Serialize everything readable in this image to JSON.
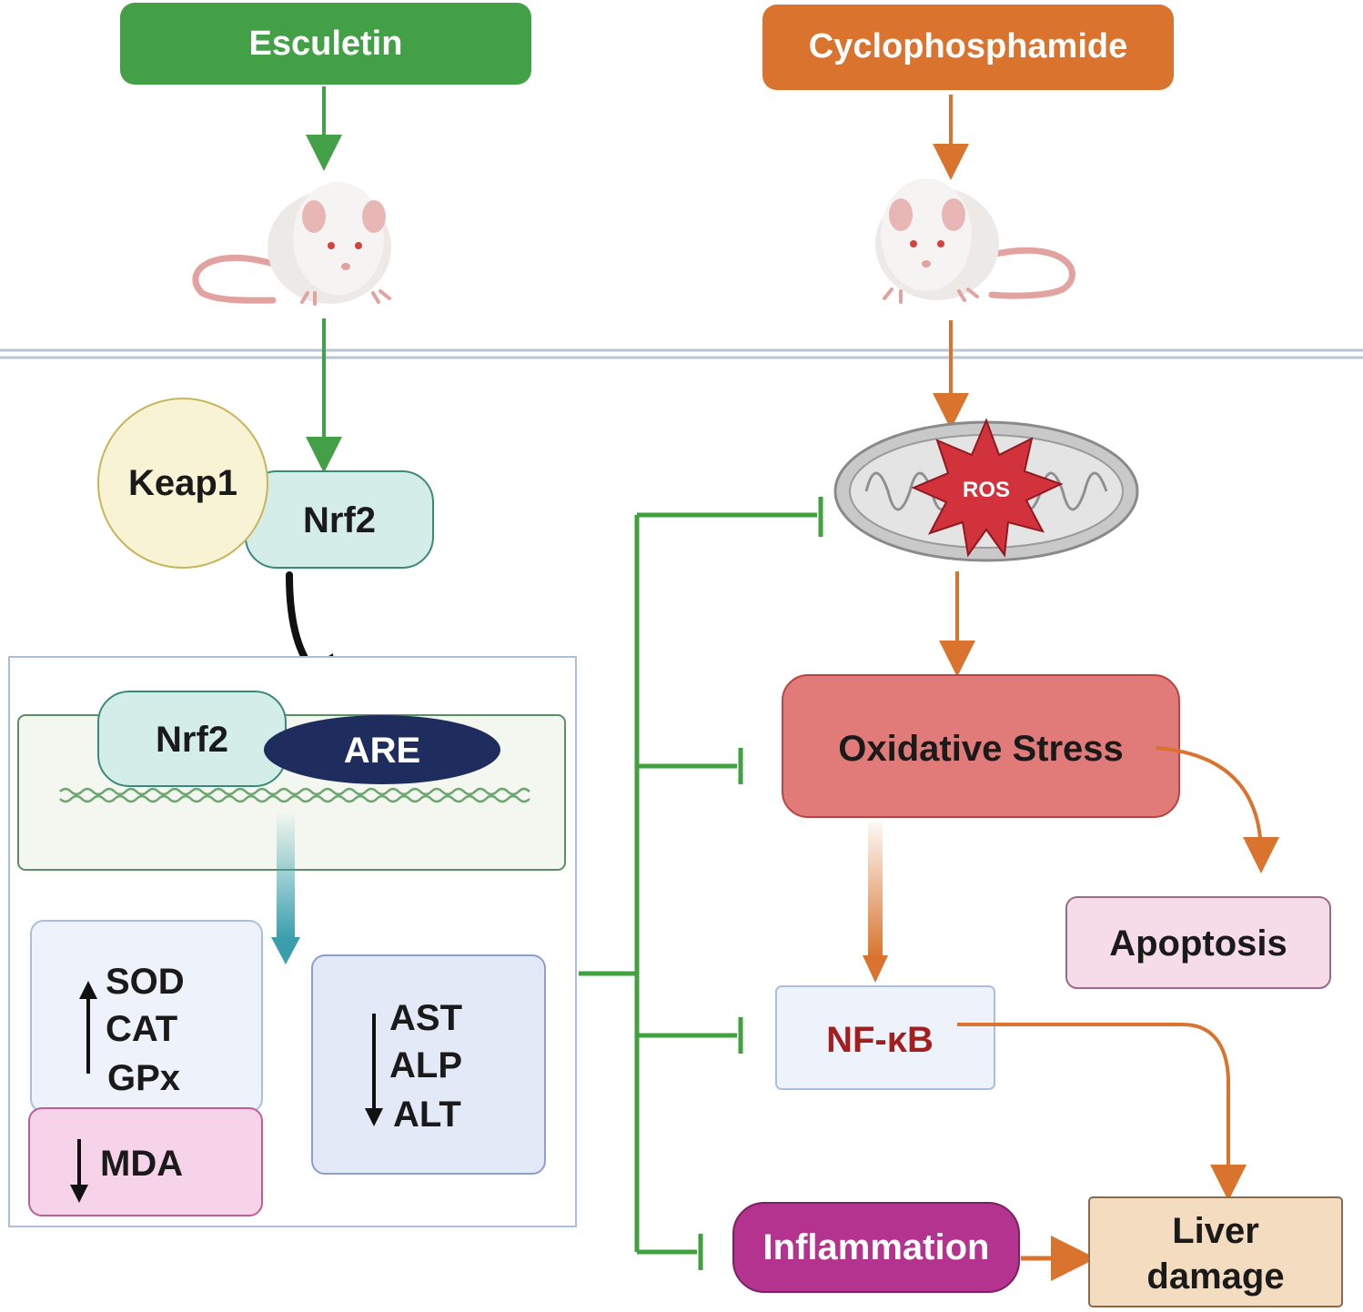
{
  "top": {
    "left_label": "Esculetin",
    "right_label": "Cyclophosphamide"
  },
  "left_pathway": {
    "keap1": "Keap1",
    "nrf2_cytoplasm": "Nrf2",
    "nucleus": {
      "nrf2": "Nrf2",
      "are": "ARE"
    },
    "antioxidants": [
      "SOD",
      "CAT",
      "GPx"
    ],
    "antioxidants_direction": "up",
    "mda": "MDA",
    "mda_direction": "down",
    "liver_enzymes": [
      "AST",
      "ALP",
      "ALT"
    ],
    "liver_enzymes_direction": "down"
  },
  "right_pathway": {
    "ros": "ROS",
    "oxidative_stress": "Oxidative Stress",
    "apoptosis": "Apoptosis",
    "nfkb": "NF-κB",
    "inflammation": "Inflammation",
    "liver_damage": [
      "Liver",
      "damage"
    ]
  },
  "colors": {
    "esculetin_green": "#43a047",
    "cyclophosphamide_orange": "#d9732d",
    "inhibit_green": "#3fa23f",
    "are_navy": "#1f2d5e",
    "ros_red": "#d2323c",
    "oxidative_red": "#e07b7a",
    "inflammation_purple": "#b3338f",
    "nfkb_text": "#a31e1e"
  },
  "icons": {
    "rat_left": "rat-icon",
    "rat_right": "rat-icon",
    "mitochondrion": "mitochondrion-icon",
    "dna": "dna-strand-icon"
  }
}
